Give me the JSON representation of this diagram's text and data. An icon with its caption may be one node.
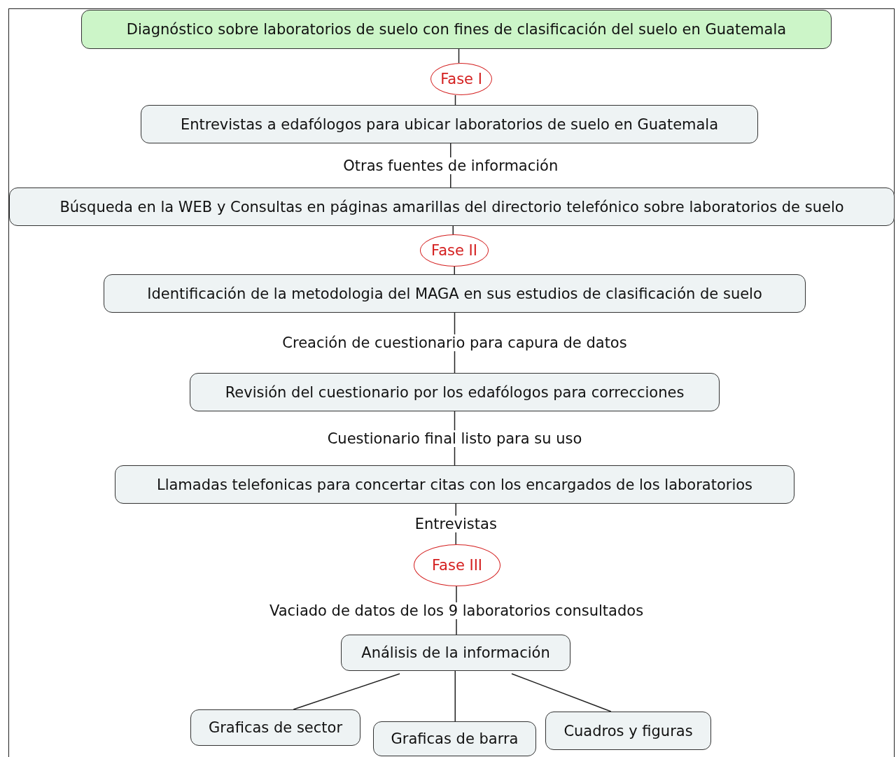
{
  "diagram": {
    "nodes": [
      {
        "text": [
          "Diagnóstico sobre laboratorios de suelo con fines de clasificación del suelo en Guatemala"
        ]
      },
      {
        "text": [
          "Fase I"
        ]
      },
      {
        "text": [
          "Entrevistas a edafólogos para ubicar laboratorios de suelo en Guatemala"
        ]
      },
      {
        "text": [
          "Búsqueda en la WEB y Consultas en páginas amarillas del directorio telefónico sobre laboratorios de suelo"
        ]
      },
      {
        "text": [
          "Fase II"
        ]
      },
      {
        "text": [
          "Identificación de la metodologia del MAGA en sus estudios de clasificación de suelo"
        ]
      },
      {
        "text": [
          "Revisión del cuestionario por los edafólogos para correcciones"
        ]
      },
      {
        "text": [
          "Llamadas telefonicas para concertar citas con los encargados de los laboratorios"
        ]
      },
      {
        "text": [
          "Fase III"
        ]
      },
      {
        "text": [
          "Análisis de la información"
        ]
      },
      {
        "text": [
          "Graficas de sector"
        ]
      },
      {
        "text": [
          "Graficas de barra"
        ]
      },
      {
        "text": [
          "Cuadros y figuras"
        ]
      }
    ],
    "edges": [
      {
        "from": 0,
        "to": 1,
        "arrow": "none"
      },
      {
        "from": 1,
        "to": 2,
        "arrow": "none"
      },
      {
        "from": 2,
        "to": 3,
        "arrow": "none",
        "label": "Otras fuentes de información"
      },
      {
        "from": 3,
        "to": 4,
        "arrow": "none"
      },
      {
        "from": 4,
        "to": 5,
        "arrow": "none"
      },
      {
        "from": 5,
        "to": 6,
        "arrow": "none",
        "label": "Creación de cuestionario para capura de datos"
      },
      {
        "from": 6,
        "to": 7,
        "arrow": "none",
        "label": "Cuestionario final listo para su uso"
      },
      {
        "from": 7,
        "to": 8,
        "arrow": "none",
        "label": "Entrevistas"
      },
      {
        "from": 8,
        "to": 9,
        "arrow": "none",
        "label": "Vaciado de datos de los 9 laboratorios consultados"
      },
      {
        "from": 9,
        "to": 10,
        "arrow": "none"
      },
      {
        "from": 9,
        "to": 11,
        "arrow": "none"
      },
      {
        "from": 9,
        "to": 12,
        "arrow": "none"
      }
    ]
  }
}
